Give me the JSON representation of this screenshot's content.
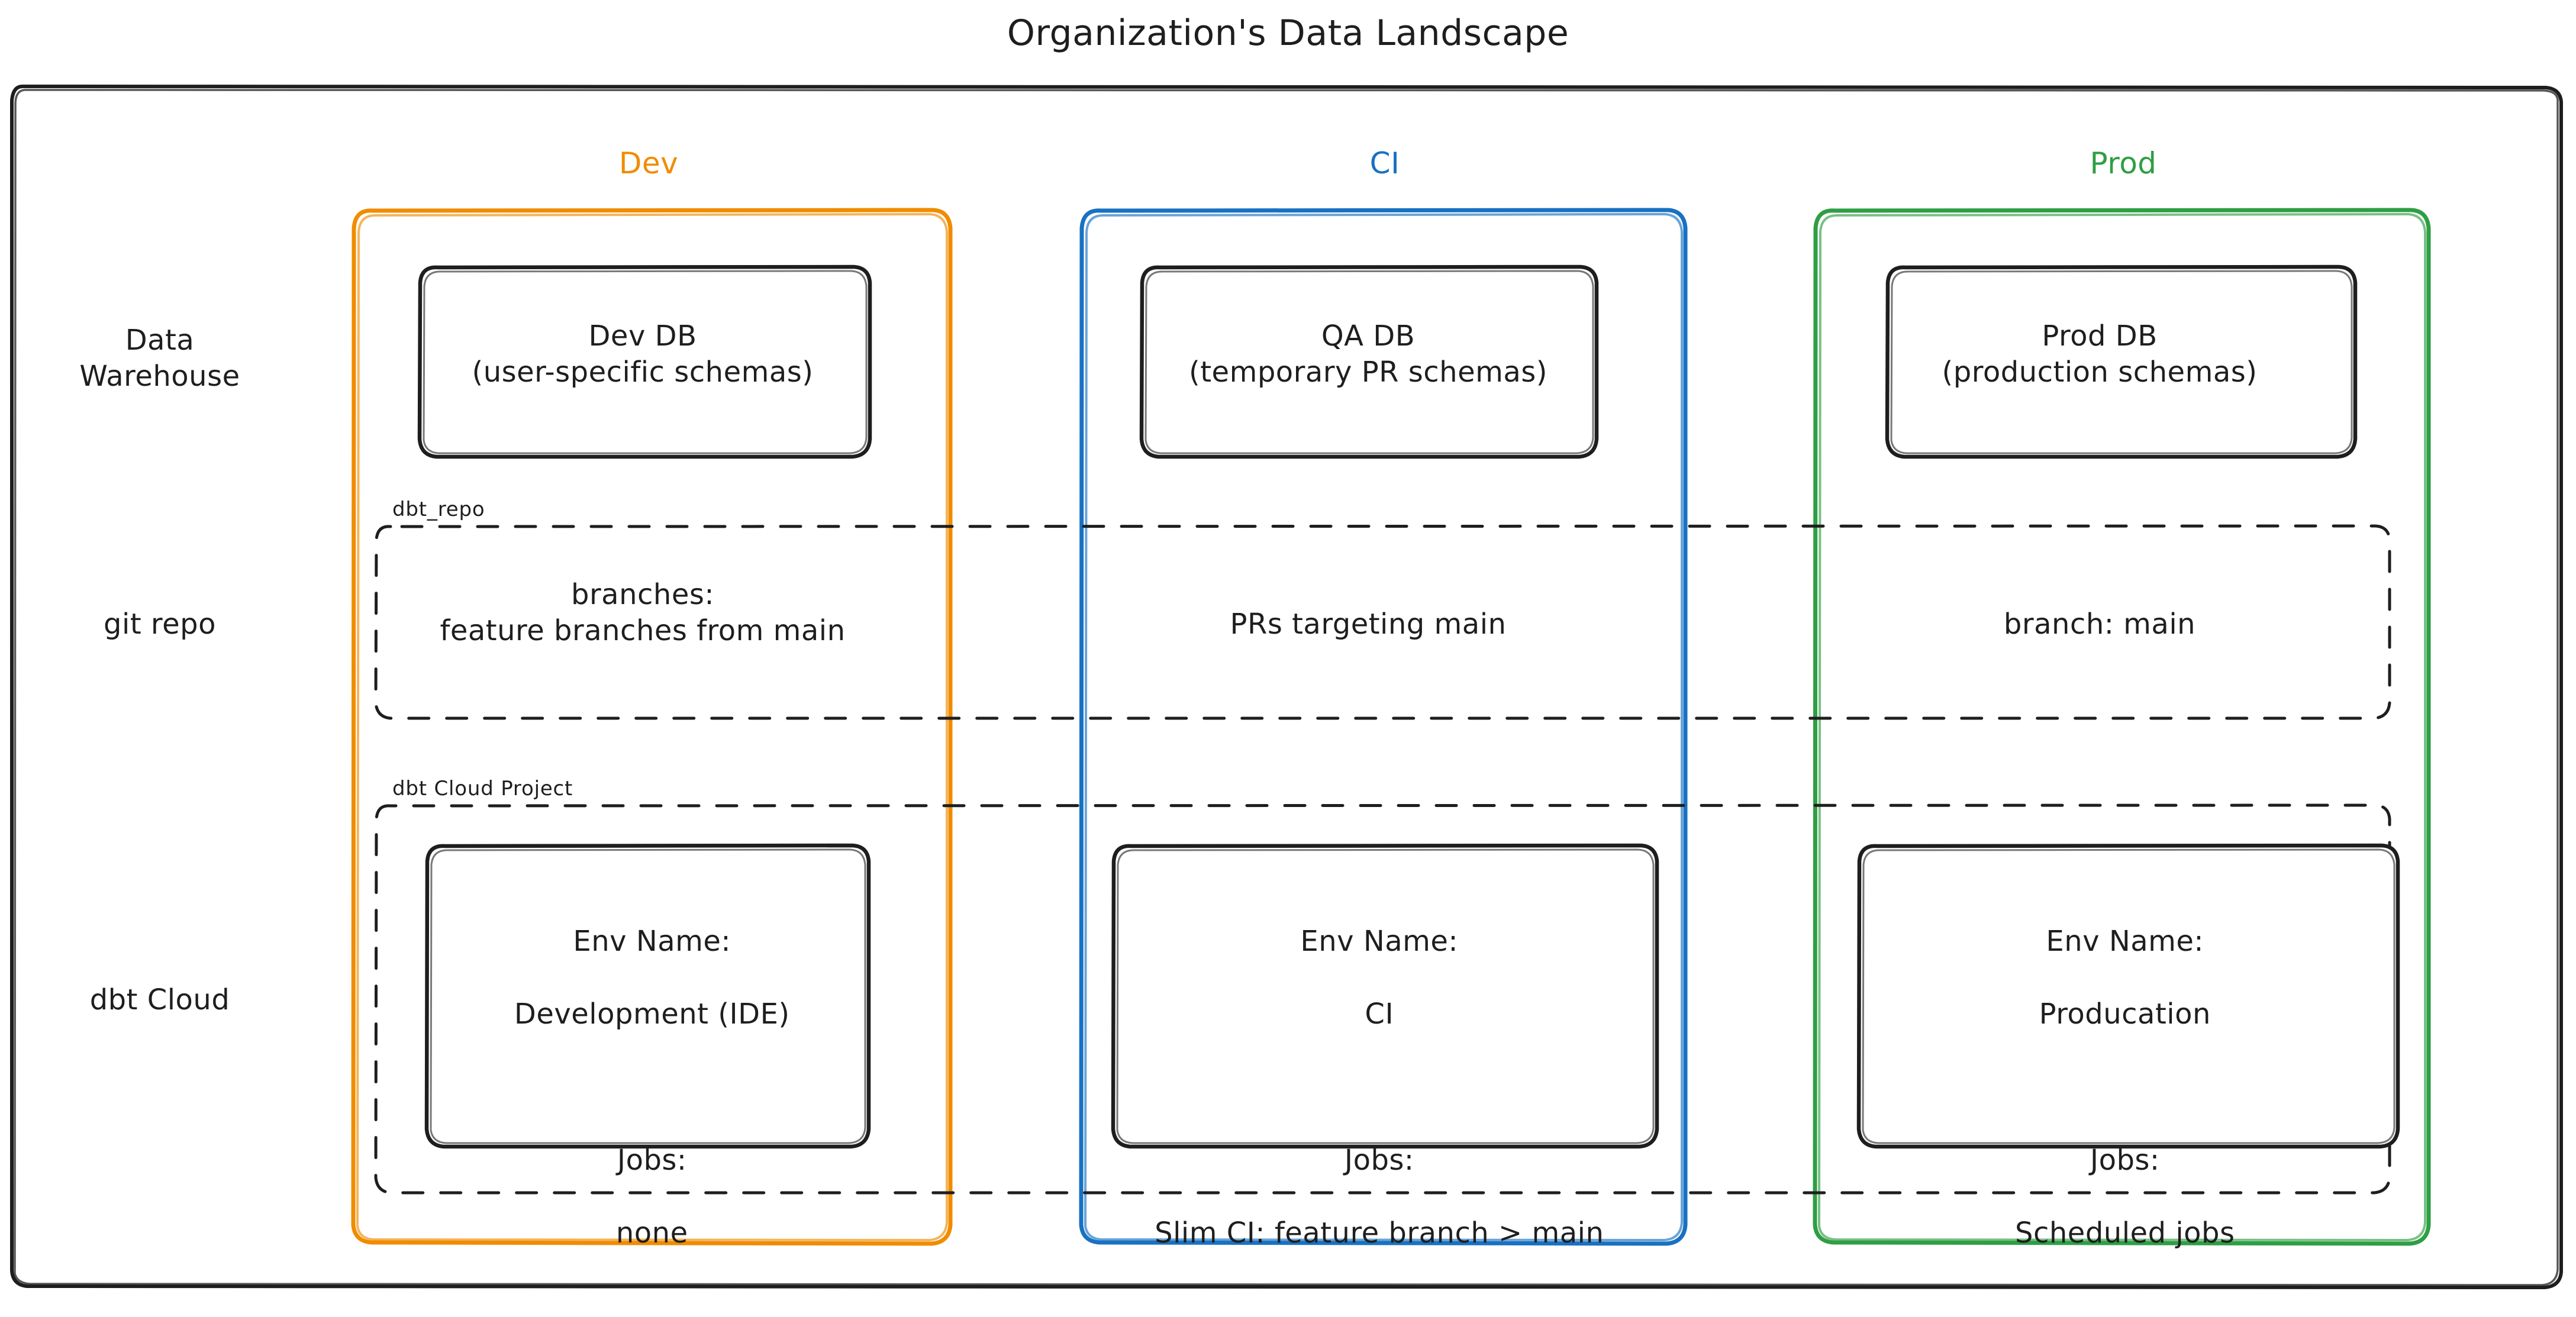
{
  "title": "Organization's Data Landscape",
  "colors": {
    "dev": "#f08c00",
    "ci": "#1971c2",
    "prod": "#2f9e44",
    "stroke": "#1e1e1e",
    "background": "#ffffff"
  },
  "columns": [
    {
      "key": "dev",
      "label": "Dev",
      "color": "#f08c00"
    },
    {
      "key": "ci",
      "label": "CI",
      "color": "#1971c2"
    },
    {
      "key": "prod",
      "label": "Prod",
      "color": "#2f9e44"
    }
  ],
  "rows": [
    {
      "key": "data_warehouse",
      "label_line1": "Data",
      "label_line2": "Warehouse"
    },
    {
      "key": "git_repo",
      "label_line1": "git repo",
      "label_line2": ""
    },
    {
      "key": "dbt_cloud",
      "label_line1": "dbt Cloud",
      "label_line2": ""
    }
  ],
  "groups": {
    "git_repo_caption": "dbt_repo",
    "dbt_cloud_caption": "dbt Cloud Project"
  },
  "cells": {
    "data_warehouse": {
      "dev": {
        "line1": "Dev DB",
        "line2": "(user-specific schemas)"
      },
      "ci": {
        "line1": "QA DB",
        "line2": "(temporary PR schemas)"
      },
      "prod": {
        "line1": "Prod DB",
        "line2": "(production schemas)"
      }
    },
    "git_repo": {
      "dev": {
        "line1": "branches:",
        "line2": "feature branches from main"
      },
      "ci": {
        "line1": "PRs targeting main",
        "line2": ""
      },
      "prod": {
        "line1": "branch: main",
        "line2": ""
      }
    },
    "dbt_cloud": {
      "dev": {
        "env_label": "Env Name:",
        "env_value": "Development (IDE)",
        "jobs_label": "Jobs:",
        "jobs_value": "none"
      },
      "ci": {
        "env_label": "Env Name:",
        "env_value": "CI",
        "jobs_label": "Jobs:",
        "jobs_value": "Slim CI: feature branch > main"
      },
      "prod": {
        "env_label": "Env Name:",
        "env_value": "Producation",
        "jobs_label": "Jobs:",
        "jobs_value": "Scheduled jobs"
      }
    }
  }
}
